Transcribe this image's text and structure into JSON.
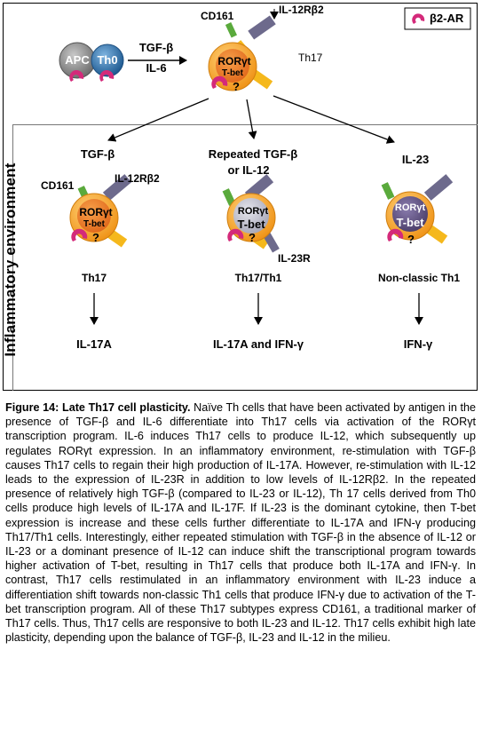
{
  "diagram": {
    "legend": "β2-AR",
    "top": {
      "apc": "APC",
      "th0": "Th0",
      "stimulus_1": "TGF-β",
      "stimulus_2": "IL-6",
      "cd161": "CD161",
      "il12rb2": "IL-12Rβ2",
      "cell_line1": "RORγt",
      "cell_line2": "T-bet",
      "question": "?",
      "cell_type": "Th17"
    },
    "side_label": "Inflammatory environment",
    "branches": [
      {
        "stimulus_1": "TGF-β",
        "stimulus_2": "",
        "cd161": "CD161",
        "receptor": "IL-12Rβ2",
        "cell_line1": "RORγt",
        "cell_line2": "T-bet",
        "question": "?",
        "cell_type": "Th17",
        "output": "IL-17A"
      },
      {
        "stimulus_1": "Repeated TGF-β",
        "stimulus_2": "or  IL-12",
        "cd161": "",
        "receptor": "IL-23R",
        "cell_line1": "RORγt",
        "cell_line2": "T-bet",
        "question": "?",
        "cell_type": "Th17/Th1",
        "output": "IL-17A and IFN-γ"
      },
      {
        "stimulus_1": "IL-23",
        "stimulus_2": "",
        "cd161": "",
        "receptor": "",
        "cell_line1": "RORγt",
        "cell_line2": "T-bet",
        "question": "?",
        "cell_type": "Non-classic Th1",
        "output": "IFN-γ"
      }
    ],
    "colors": {
      "apc": "#8b8b8b",
      "th0": "#2f6fa8",
      "th17_outer": "#f4a51c",
      "th17_inner": "#e8731b",
      "mixed_inner": "#b6b6c4",
      "th1_outer": "#f0a31e",
      "th1_inner": "#5c4f7a",
      "b2ar": "#d42a7a",
      "receptor": "#6d6a8c",
      "cd161": "#5aaa3c",
      "arm": "#f5b81c"
    }
  },
  "caption": {
    "title": "Figure 14: Late Th17 cell plasticity.",
    "body": "Naïve Th cells that have been activated by antigen in the presence of TGF-β and IL-6 differentiate into Th17 cells via activation of the RORγt transcription program. IL-6 induces Th17 cells to produce IL-12, which subsequently up regulates RORγt expression. In an inflammatory environment, re-stimulation with TGF-β causes Th17 cells to regain their high production of IL-17A. However, re-stimulation with IL-12 leads to the expression of IL-23R in addition to low levels of IL-12Rβ2. In the repeated presence of relatively high TGF-β (compared to IL-23 or IL-12), Th 17 cells derived from Th0 cells produce high levels of IL-17A and IL-17F. If IL-23 is the dominant cytokine, then T-bet expression is increase and these cells further differentiate to IL-17A and IFN-γ producing Th17/Th1 cells. Interestingly, either repeated stimulation with TGF-β in the absence of IL-12 or IL-23 or a dominant presence of IL-12 can induce shift the transcriptional program towards higher activation of T-bet, resulting in Th17 cells that produce both IL-17A and IFN-γ. In contrast, Th17 cells restimulated in an inflammatory environment with IL-23 induce a differentiation shift towards non-classic Th1 cells that produce IFN-γ due to activation of the T-bet transcription program. All of these Th17 subtypes express CD161, a traditional marker of Th17 cells. Thus, Th17 cells are responsive to both IL-23 and IL-12. Th17 cells exhibit high late plasticity, depending upon the balance of TGF-β, IL-23 and IL-12 in the milieu."
  }
}
